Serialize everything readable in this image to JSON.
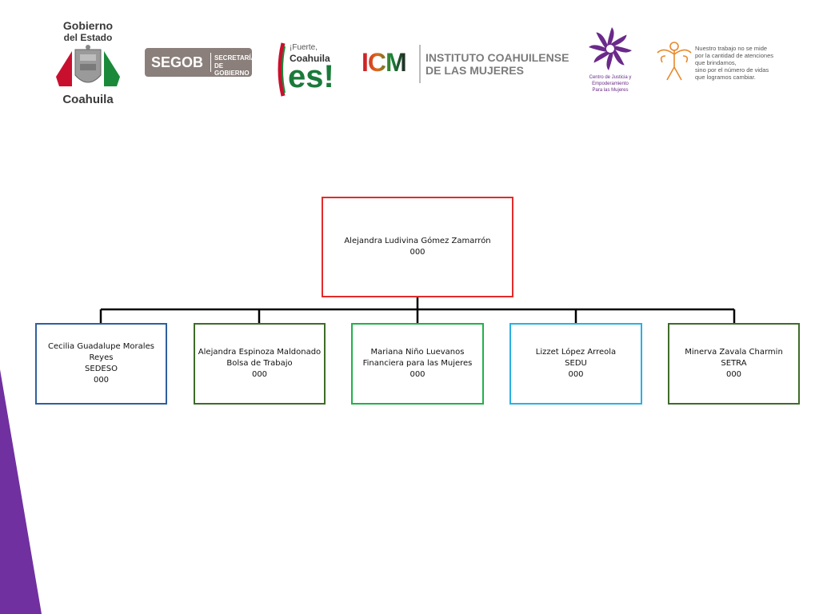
{
  "logos": {
    "gobierno": {
      "line1": "Gobierno",
      "line2": "del Estado",
      "line3": "Coahuila"
    },
    "segob": {
      "acronym": "SEGOB",
      "line1": "SECRETARÍA",
      "line2": "DE GOBIERNO"
    },
    "fuerte": {
      "line1": "¡Fuerte,",
      "line2": "Coahuila",
      "line3": "es!"
    },
    "icm": {
      "acronym": "ICM",
      "line1": "INSTITUTO COAHUILENSE",
      "line2": "DE LAS MUJERES"
    },
    "centro": {
      "line1": "Centro de Justicia y",
      "line2": "Empoderamiento",
      "line3": "Para las Mujeres"
    },
    "motto": {
      "line1": "Nuestro trabajo no se mide",
      "line2": "por la cantidad de atenciones",
      "line3": "que brindamos,",
      "line4": "sino por el número de vidas",
      "line5": "que logramos cambiar."
    }
  },
  "org": {
    "head": {
      "name": "Alejandra Ludivina Gómez Zamarrón",
      "code": "000",
      "color": "#e32b2b"
    },
    "children": [
      {
        "name": "Cecilia Guadalupe Morales Reyes",
        "dept": "SEDESO",
        "code": "000",
        "color": "#2f5f9e"
      },
      {
        "name": "Alejandra Espinoza Maldonado",
        "dept": "Bolsa de Trabajo",
        "code": "000",
        "color": "#3f6b2a"
      },
      {
        "name": "Mariana Niño Luevanos",
        "dept": "Financiera para las Mujeres",
        "code": "000",
        "color": "#22b04b"
      },
      {
        "name": "Lizzet López Arreola",
        "dept": "SEDU",
        "code": "000",
        "color": "#2ab0e3"
      },
      {
        "name": "Minerva Zavala Charmin",
        "dept": "SETRA",
        "code": "000",
        "color": "#3f6b2a"
      }
    ]
  },
  "colors": {
    "wedge": "#7030a0",
    "connector": "#000000"
  }
}
